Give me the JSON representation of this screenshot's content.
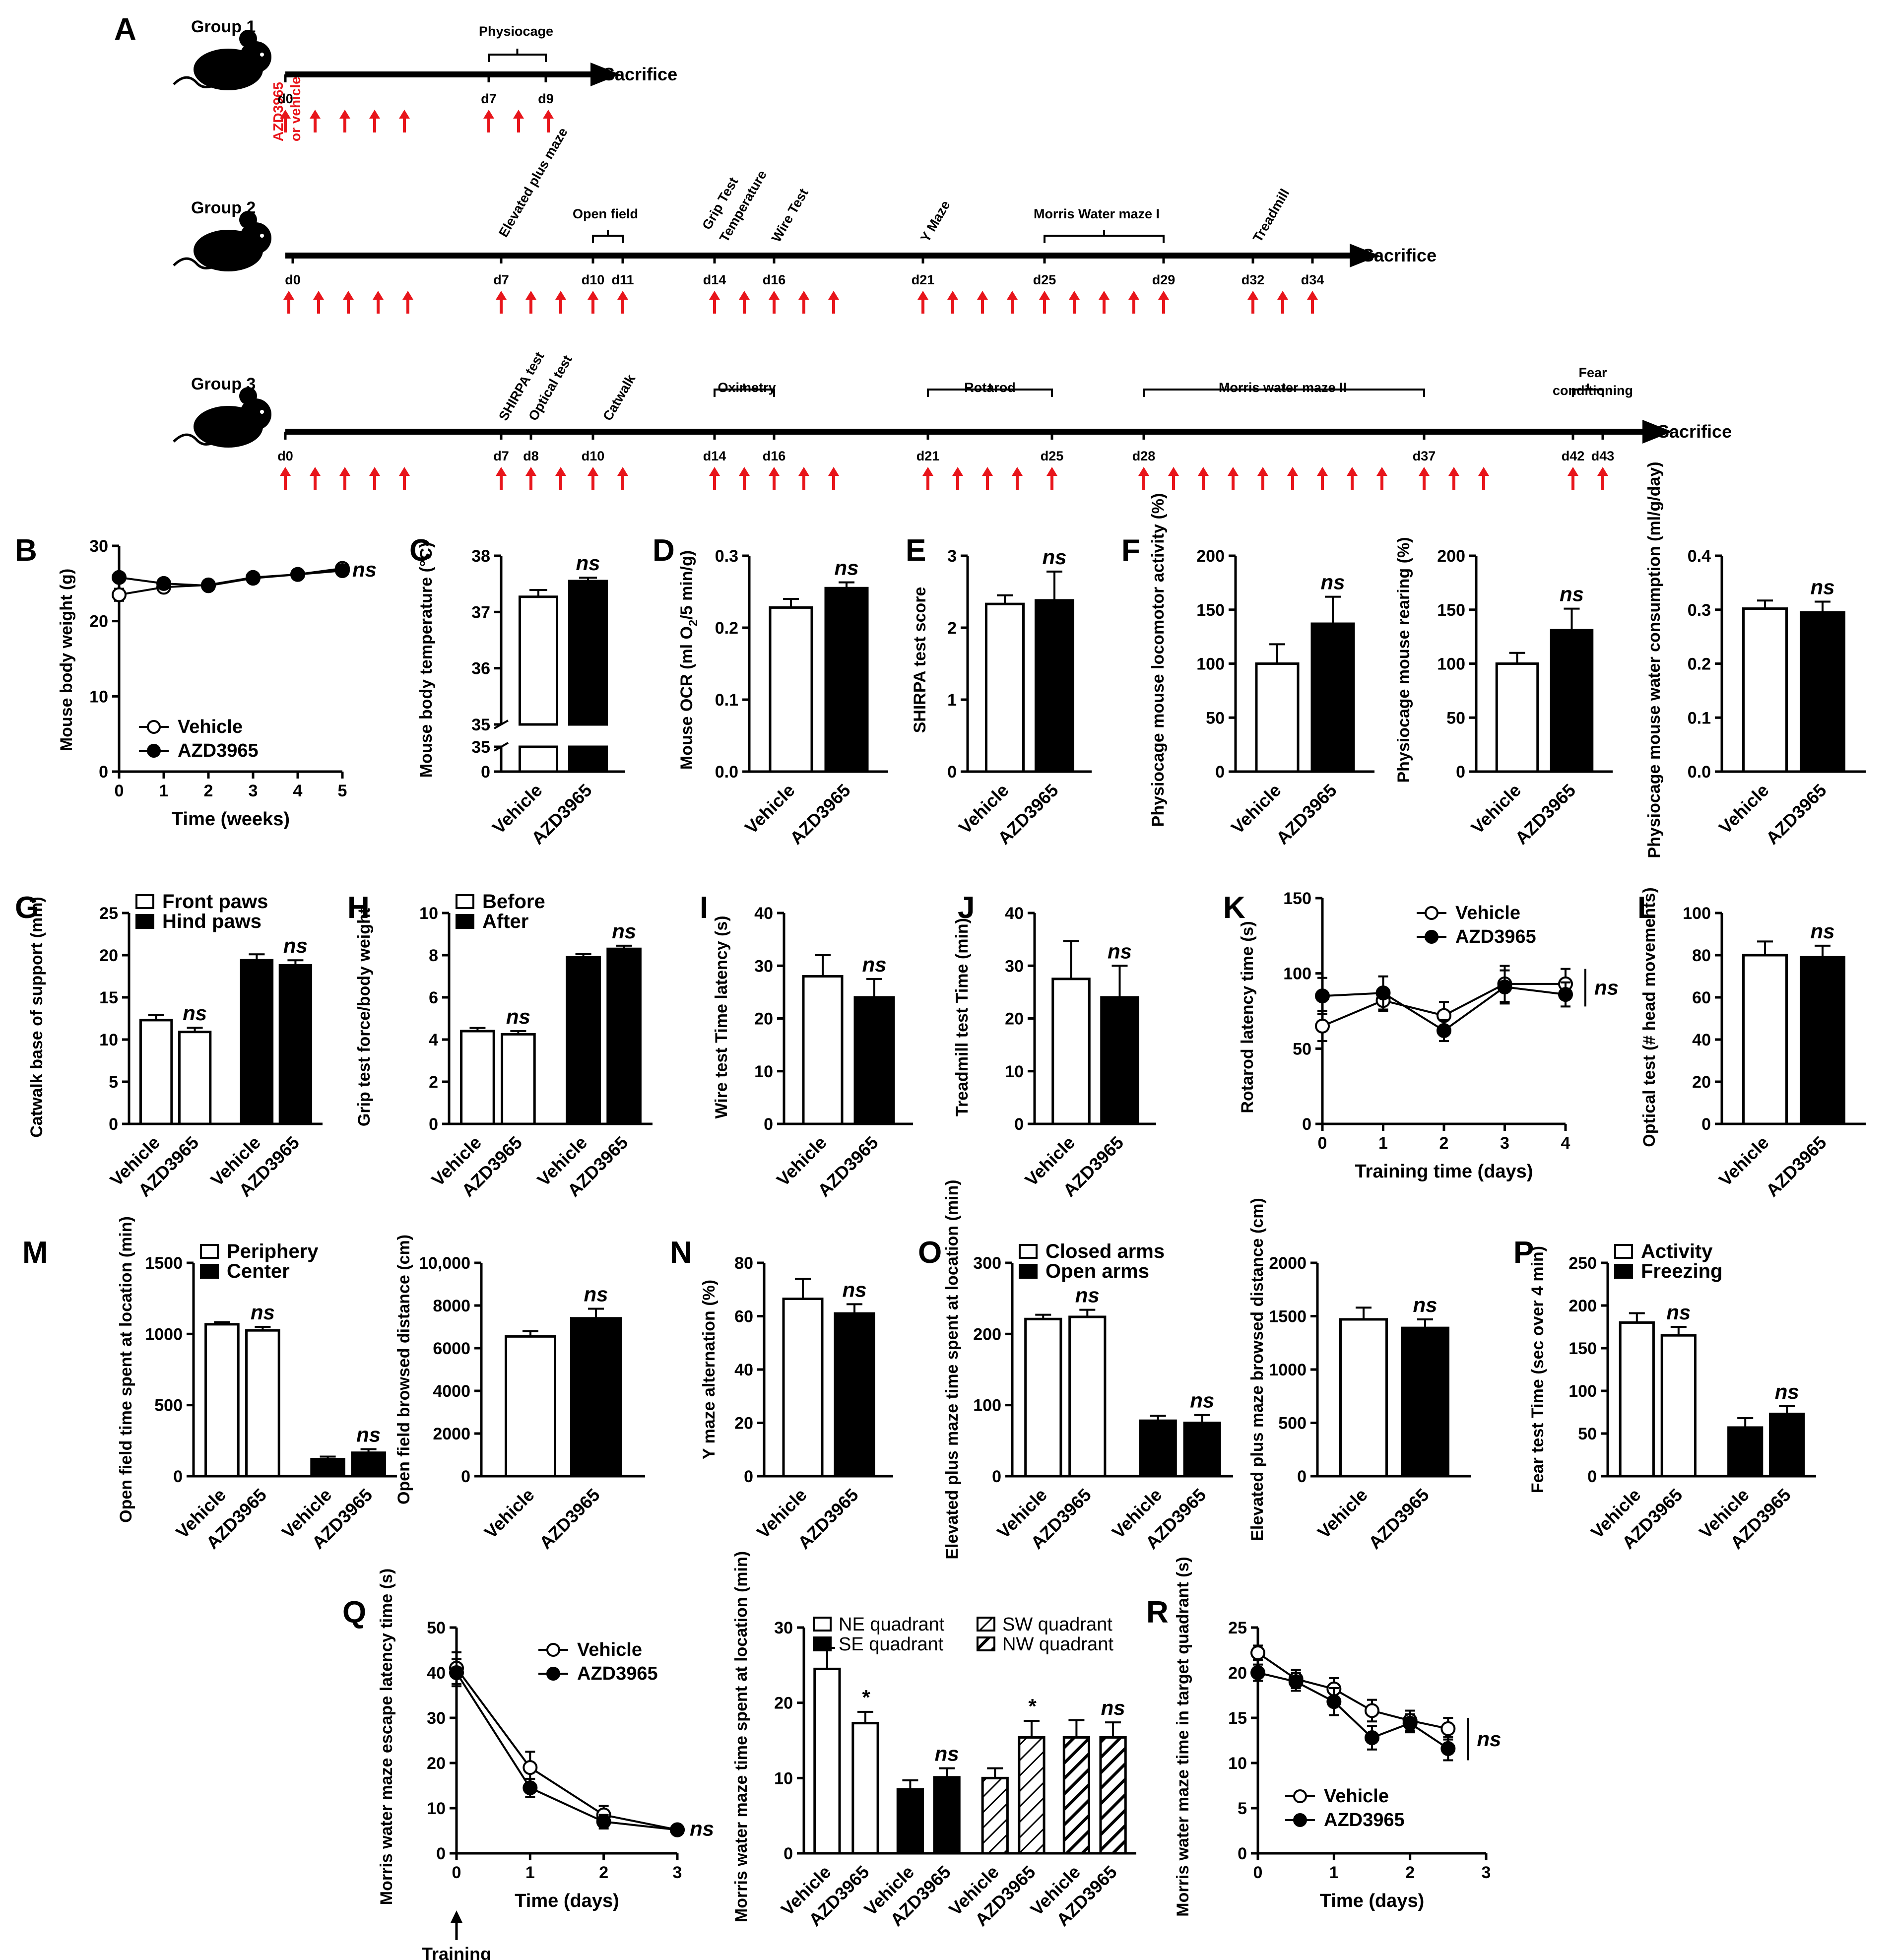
{
  "colors": {
    "ink": "#000000",
    "arrow": "#e8151b",
    "bg": "#ffffff"
  },
  "panel_A": {
    "letter": "A",
    "sacrifice": "Sacrifice",
    "drug_label_1": "AZD3965",
    "drug_label_2": "or vehicle",
    "groups": [
      {
        "name": "Group 1",
        "days": [
          "d0",
          "d7",
          "d9"
        ],
        "events": [
          {
            "label": "Physiocage"
          }
        ]
      },
      {
        "name": "Group 2",
        "days": [
          "d0",
          "d7",
          "d10",
          "d11",
          "d14",
          "d16",
          "d21",
          "d25",
          "d29",
          "d32",
          "d34"
        ],
        "events": [
          {
            "label": "Elevated plus maze"
          },
          {
            "label": "Open field"
          },
          {
            "label": "Grip Test"
          },
          {
            "label": "Temperature"
          },
          {
            "label": "Wire Test"
          },
          {
            "label": "Y Maze"
          },
          {
            "label": "Morris Water maze I"
          },
          {
            "label": "Treadmill"
          }
        ]
      },
      {
        "name": "Group 3",
        "days": [
          "d0",
          "d7",
          "d8",
          "d10",
          "d14",
          "d16",
          "d21",
          "d25",
          "d28",
          "d37",
          "d42",
          "d43"
        ],
        "events": [
          {
            "label": "SHIRPA test"
          },
          {
            "label": "Optical test"
          },
          {
            "label": "Catwalk"
          },
          {
            "label": "Oximetry"
          },
          {
            "label": "Rotarod"
          },
          {
            "label": "Morris water maze II"
          },
          {
            "label": "Fear conditioning"
          }
        ]
      }
    ]
  },
  "chart_data": [
    {
      "id": "B",
      "letter": "B",
      "type": "line",
      "xlabel": "Time (weeks)",
      "ylabel": "Mouse body weight (g)",
      "x": [
        0,
        1,
        2,
        3,
        4,
        5
      ],
      "ylim": [
        0,
        30
      ],
      "yticks": [
        0,
        10,
        20,
        30
      ],
      "xticks": [
        0,
        1,
        2,
        3,
        4,
        5
      ],
      "series": [
        {
          "name": "Vehicle",
          "marker": "open",
          "values": [
            23.5,
            24.5,
            24.8,
            25.8,
            26.2,
            27.0
          ],
          "err": [
            0.8,
            0.6,
            0.5,
            0.4,
            0.4,
            0.5
          ]
        },
        {
          "name": "AZD3965",
          "marker": "filled",
          "values": [
            25.8,
            25.0,
            24.7,
            25.7,
            26.2,
            26.7
          ],
          "err": [
            0.6,
            0.5,
            0.4,
            0.4,
            0.4,
            0.5
          ]
        }
      ],
      "annotation": "ns"
    },
    {
      "id": "C",
      "letter": "C",
      "type": "bar",
      "ylabel": "Mouse body temperature (°C)",
      "categories": [
        "Vehicle",
        "AZD3965"
      ],
      "values": [
        37.27,
        37.55
      ],
      "err": [
        0.12,
        0.06
      ],
      "fills": [
        "white",
        "black"
      ],
      "yticks_upper": [
        "35",
        "36",
        "37",
        "38"
      ],
      "yticks_lower": [
        "0",
        "35"
      ],
      "ylim_upper": [
        35,
        38
      ],
      "annotation": "ns"
    },
    {
      "id": "D",
      "letter": "D",
      "type": "bar",
      "ylabel": "Mouse OCR (ml O2/5 min/g)",
      "categories": [
        "Vehicle",
        "AZD3965"
      ],
      "values": [
        0.228,
        0.255
      ],
      "err": [
        0.012,
        0.008
      ],
      "fills": [
        "white",
        "black"
      ],
      "ylim": [
        0,
        0.3
      ],
      "yticks": [
        "0.0",
        "0.1",
        "0.2",
        "0.3"
      ],
      "annotation": "ns"
    },
    {
      "id": "E",
      "letter": "E",
      "type": "bar",
      "ylabel": "SHIRPA test score",
      "categories": [
        "Vehicle",
        "AZD3965"
      ],
      "values": [
        2.33,
        2.38
      ],
      "err": [
        0.12,
        0.4
      ],
      "fills": [
        "white",
        "black"
      ],
      "ylim": [
        0,
        3
      ],
      "yticks": [
        "0",
        "1",
        "2",
        "3"
      ],
      "annotation": "ns"
    },
    {
      "id": "F1",
      "letter": "F",
      "type": "bar",
      "ylabel": "Physiocage mouse locomotor activity (%)",
      "categories": [
        "Vehicle",
        "AZD3965"
      ],
      "values": [
        100,
        137
      ],
      "err": [
        18,
        25
      ],
      "fills": [
        "white",
        "black"
      ],
      "ylim": [
        0,
        200
      ],
      "yticks": [
        "0",
        "50",
        "100",
        "150",
        "200"
      ],
      "annotation": "ns"
    },
    {
      "id": "F2",
      "letter": "",
      "type": "bar",
      "ylabel": "Physiocage mouse rearing (%)",
      "categories": [
        "Vehicle",
        "AZD3965"
      ],
      "values": [
        100,
        131
      ],
      "err": [
        10,
        20
      ],
      "fills": [
        "white",
        "black"
      ],
      "ylim": [
        0,
        200
      ],
      "yticks": [
        "0",
        "50",
        "100",
        "150",
        "200"
      ],
      "annotation": "ns"
    },
    {
      "id": "F3",
      "letter": "",
      "type": "bar",
      "ylabel": "Physiocage mouse water consumption (ml/g/day)",
      "categories": [
        "Vehicle",
        "AZD3965"
      ],
      "values": [
        0.302,
        0.295
      ],
      "err": [
        0.015,
        0.02
      ],
      "fills": [
        "white",
        "black"
      ],
      "ylim": [
        0,
        0.4
      ],
      "yticks": [
        "0.0",
        "0.1",
        "0.2",
        "0.3",
        "0.4"
      ],
      "annotation": "ns"
    },
    {
      "id": "G",
      "letter": "G",
      "type": "bar",
      "ylabel": "Catwalk base of support (mm)",
      "categories": [
        "Vehicle",
        "AZD3965",
        "Vehicle",
        "AZD3965"
      ],
      "values": [
        12.3,
        10.9,
        19.4,
        18.8
      ],
      "err": [
        0.6,
        0.5,
        0.7,
        0.6
      ],
      "fills": [
        "white",
        "white",
        "black",
        "black"
      ],
      "ylim": [
        0,
        25
      ],
      "yticks": [
        "0",
        "5",
        "10",
        "15",
        "20",
        "25"
      ],
      "legend": [
        {
          "label": "Front paws",
          "fill": "white"
        },
        {
          "label": "Hind paws",
          "fill": "black"
        }
      ],
      "annotations": [
        "",
        "ns",
        "",
        "ns"
      ]
    },
    {
      "id": "H",
      "letter": "H",
      "type": "bar",
      "ylabel": "Grip test force/body weight",
      "categories": [
        "Vehicle",
        "AZD3965",
        "Vehicle",
        "AZD3965"
      ],
      "values": [
        4.4,
        4.25,
        7.9,
        8.3
      ],
      "err": [
        0.15,
        0.15,
        0.15,
        0.15
      ],
      "fills": [
        "white",
        "white",
        "black",
        "black"
      ],
      "ylim": [
        0,
        10
      ],
      "yticks": [
        "0",
        "2",
        "4",
        "6",
        "8",
        "10"
      ],
      "legend": [
        {
          "label": "Before",
          "fill": "white"
        },
        {
          "label": "After",
          "fill": "black"
        }
      ],
      "annotations": [
        "",
        "ns",
        "",
        "ns"
      ]
    },
    {
      "id": "I",
      "letter": "I",
      "type": "bar",
      "ylabel": "Wire test Time latency (s)",
      "categories": [
        "Vehicle",
        "AZD3965"
      ],
      "values": [
        28,
        24
      ],
      "err": [
        4,
        3.5
      ],
      "fills": [
        "white",
        "black"
      ],
      "ylim": [
        0,
        40
      ],
      "yticks": [
        "0",
        "10",
        "20",
        "30",
        "40"
      ],
      "annotation": "ns"
    },
    {
      "id": "J",
      "letter": "J",
      "type": "bar",
      "ylabel": "Treadmill test Time (min)",
      "categories": [
        "Vehicle",
        "AZD3965"
      ],
      "values": [
        27.5,
        24
      ],
      "err": [
        7.2,
        6.0
      ],
      "fills": [
        "white",
        "black"
      ],
      "ylim": [
        0,
        40
      ],
      "yticks": [
        "0",
        "10",
        "20",
        "30",
        "40"
      ],
      "annotation": "ns"
    },
    {
      "id": "K",
      "letter": "K",
      "type": "line",
      "xlabel": "Training time (days)",
      "ylabel": "Rotarod latency time (s)",
      "x": [
        0,
        1,
        2,
        3,
        4
      ],
      "ylim": [
        0,
        150
      ],
      "yticks": [
        0,
        50,
        100,
        150
      ],
      "xticks": [
        0,
        1,
        2,
        3,
        4
      ],
      "series": [
        {
          "name": "Vehicle",
          "marker": "open",
          "values": [
            65,
            82,
            72,
            93,
            93
          ],
          "err": [
            10,
            7,
            9,
            12,
            10
          ]
        },
        {
          "name": "AZD3965",
          "marker": "filled",
          "values": [
            85,
            87,
            62,
            91,
            86
          ],
          "err": [
            12,
            11,
            7,
            11,
            8
          ]
        }
      ],
      "annotation": "ns"
    },
    {
      "id": "L",
      "letter": "L",
      "type": "bar",
      "ylabel": "Optical test (# head movements)",
      "categories": [
        "Vehicle",
        "AZD3965"
      ],
      "values": [
        80,
        79
      ],
      "err": [
        6.5,
        5.5
      ],
      "fills": [
        "white",
        "black"
      ],
      "ylim": [
        0,
        100
      ],
      "yticks": [
        "0",
        "20",
        "40",
        "60",
        "80",
        "100"
      ],
      "annotation": "ns"
    },
    {
      "id": "M1",
      "letter": "M",
      "type": "bar",
      "ylabel": "Open field time spent at location (min)",
      "categories": [
        "Vehicle",
        "AZD3965",
        "Vehicle",
        "AZD3965"
      ],
      "values": [
        1068,
        1025,
        120,
        165
      ],
      "err": [
        15,
        25,
        18,
        25
      ],
      "fills": [
        "white",
        "white",
        "black",
        "black"
      ],
      "ylim": [
        0,
        1500
      ],
      "yticks": [
        "0",
        "500",
        "1000",
        "1500"
      ],
      "legend": [
        {
          "label": "Periphery",
          "fill": "white"
        },
        {
          "label": "Center",
          "fill": "black"
        }
      ],
      "annotations": [
        "",
        "ns",
        "",
        "ns"
      ]
    },
    {
      "id": "M2",
      "letter": "",
      "type": "bar",
      "ylabel": "Open field browsed distance (cm)",
      "categories": [
        "Vehicle",
        "AZD3965"
      ],
      "values": [
        6550,
        7400
      ],
      "err": [
        250,
        450
      ],
      "fills": [
        "white",
        "black"
      ],
      "ylim": [
        0,
        10000
      ],
      "yticks": [
        "0",
        "2000",
        "4000",
        "6000",
        "8000",
        "10,000"
      ],
      "annotation": "ns"
    },
    {
      "id": "N",
      "letter": "N",
      "type": "bar",
      "ylabel": "Y maze alternation (%)",
      "categories": [
        "Vehicle",
        "AZD3965"
      ],
      "values": [
        66.5,
        61
      ],
      "err": [
        7.5,
        3.5
      ],
      "fills": [
        "white",
        "black"
      ],
      "ylim": [
        0,
        80
      ],
      "yticks": [
        "0",
        "20",
        "40",
        "60",
        "80"
      ],
      "annotation": "ns"
    },
    {
      "id": "O1",
      "letter": "O",
      "type": "bar",
      "ylabel": "Elevated plus maze time spent at location (min)",
      "categories": [
        "Vehicle",
        "AZD3965",
        "Vehicle",
        "AZD3965"
      ],
      "values": [
        221,
        224,
        78,
        75
      ],
      "err": [
        6,
        10,
        7,
        11
      ],
      "fills": [
        "white",
        "white",
        "black",
        "black"
      ],
      "ylim": [
        0,
        300
      ],
      "yticks": [
        "0",
        "100",
        "200",
        "300"
      ],
      "legend": [
        {
          "label": "Closed arms",
          "fill": "white"
        },
        {
          "label": "Open arms",
          "fill": "black"
        }
      ],
      "annotations": [
        "",
        "ns",
        "",
        "ns"
      ]
    },
    {
      "id": "O2",
      "letter": "",
      "type": "bar",
      "ylabel": "Elevated plus maze browsed distance (cm)",
      "categories": [
        "Vehicle",
        "AZD3965"
      ],
      "values": [
        1470,
        1390
      ],
      "err": [
        110,
        80
      ],
      "fills": [
        "white",
        "black"
      ],
      "ylim": [
        0,
        2000
      ],
      "yticks": [
        "0",
        "500",
        "1000",
        "1500",
        "2000"
      ],
      "annotation": "ns"
    },
    {
      "id": "P",
      "letter": "P",
      "type": "bar",
      "ylabel": "Fear test Time (sec over 4 min)",
      "categories": [
        "Vehicle",
        "AZD3965",
        "Vehicle",
        "AZD3965"
      ],
      "values": [
        180,
        165,
        57,
        73
      ],
      "err": [
        11,
        10,
        11,
        9
      ],
      "fills": [
        "white",
        "white",
        "black",
        "black"
      ],
      "ylim": [
        0,
        250
      ],
      "yticks": [
        "0",
        "50",
        "100",
        "150",
        "200",
        "250"
      ],
      "legend": [
        {
          "label": "Activity",
          "fill": "white"
        },
        {
          "label": "Freezing",
          "fill": "black"
        }
      ],
      "annotations": [
        "",
        "ns",
        "",
        "ns"
      ]
    },
    {
      "id": "Q1",
      "letter": "Q",
      "type": "line",
      "xlabel": "Time (days)",
      "ylabel": "Morris water maze escape latency time (s)",
      "x": [
        0,
        1,
        2,
        3
      ],
      "ylim": [
        0,
        50
      ],
      "yticks": [
        0,
        10,
        20,
        30,
        40,
        50
      ],
      "xticks": [
        0,
        1,
        2,
        3
      ],
      "series": [
        {
          "name": "Vehicle",
          "marker": "open",
          "values": [
            41,
            19,
            8.5,
            5.2
          ],
          "err": [
            3.5,
            3.5,
            2,
            0.6
          ]
        },
        {
          "name": "AZD3965",
          "marker": "filled",
          "values": [
            40,
            14.5,
            7,
            5.2
          ],
          "err": [
            3,
            2,
            1.5,
            0.6
          ]
        }
      ],
      "annotation": "ns",
      "arrow_label": "Training"
    },
    {
      "id": "Q2",
      "letter": "",
      "type": "bar",
      "ylabel": "Morris water maze time spent at location (min)",
      "categories": [
        "Vehicle",
        "AZD3965",
        "Vehicle",
        "AZD3965",
        "Vehicle",
        "AZD3965",
        "Vehicle",
        "AZD3965"
      ],
      "values": [
        24.5,
        17.3,
        8.5,
        10.1,
        10.0,
        15.4,
        15.4,
        15.4
      ],
      "err": [
        2.8,
        1.5,
        1.2,
        1.2,
        1.3,
        2.2,
        2.3,
        2.0
      ],
      "fills": [
        "white",
        "white",
        "black",
        "black",
        "hatch",
        "hatch",
        "hatch-dense",
        "hatch-dense"
      ],
      "ylim": [
        0,
        30
      ],
      "yticks": [
        "0",
        "10",
        "20",
        "30"
      ],
      "legend": [
        {
          "label": "NE quadrant",
          "fill": "white"
        },
        {
          "label": "SE quadrant",
          "fill": "black"
        },
        {
          "label": "SW quadrant",
          "fill": "hatch"
        },
        {
          "label": "NW quadrant",
          "fill": "hatch-dense"
        }
      ],
      "annotations": [
        "",
        "*",
        "",
        "ns",
        "",
        "*",
        "",
        "ns"
      ]
    },
    {
      "id": "R",
      "letter": "R",
      "type": "line",
      "xlabel": "Time (days)",
      "ylabel": "Morris water maze time in target quadrant (s)",
      "x": [
        0,
        0.5,
        1,
        1.5,
        2,
        2.5
      ],
      "ylim": [
        0,
        25
      ],
      "yticks": [
        0,
        5,
        10,
        15,
        20,
        25
      ],
      "xticks": [
        0,
        1,
        2,
        3
      ],
      "series": [
        {
          "name": "Vehicle",
          "marker": "open",
          "values": [
            22.2,
            19.3,
            18.2,
            15.8,
            14.7,
            13.8
          ],
          "err": [
            0.8,
            1.0,
            1.2,
            1.2,
            1.1,
            1.2
          ]
        },
        {
          "name": "AZD3965",
          "marker": "filled",
          "values": [
            20.0,
            19.0,
            16.8,
            12.8,
            14.4,
            11.6
          ],
          "err": [
            0.9,
            1.0,
            1.5,
            1.3,
            1.0,
            1.3
          ]
        }
      ],
      "annotation": "ns"
    }
  ]
}
